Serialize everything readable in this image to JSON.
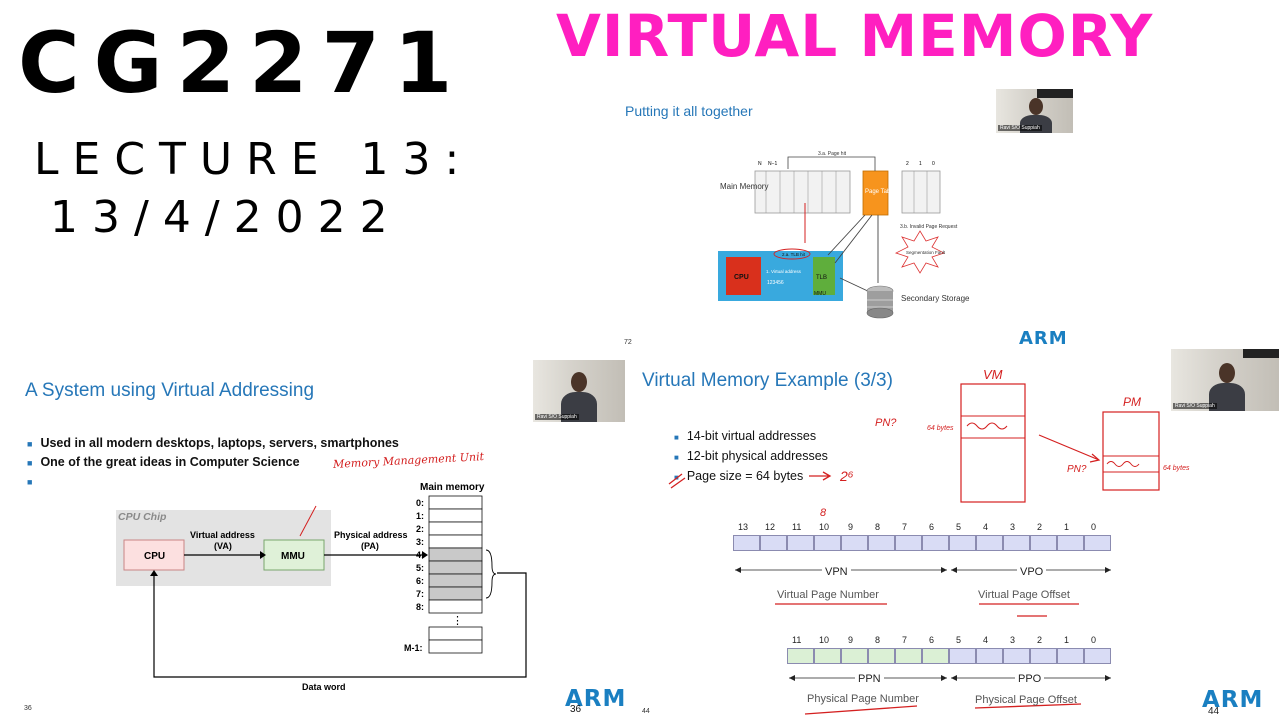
{
  "header": {
    "course": "CG2271",
    "lecture": "LECTURE 13:",
    "date": "13/4/2022",
    "topic": "VIRTUAL MEMORY"
  },
  "slide_tr": {
    "title": "Putting it all together",
    "labels": {
      "main_memory": "Main Memory",
      "page_table": "Page Table",
      "cpu": "CPU",
      "tlb": "TLB",
      "mmu": "MMU",
      "secondary": "Secondary Storage",
      "page_hit": "3.a. Page hit",
      "invalid": "3.b. Invalid Page Request",
      "seg_fault": "Segmentation Fault",
      "vaddr": "1. Virtual address",
      "tlb_hit": "2.a. TLB hit",
      "vaddr_val": "123456",
      "n": "N",
      "n1": "N−1",
      "two": "2",
      "one": "1",
      "zero": "0"
    },
    "arm": "ARM",
    "page_no": "72",
    "cam_name": "Ravi S/O Suppiah"
  },
  "slide_bl": {
    "title": "A System using Virtual Addressing",
    "bullets": [
      "Used in all modern desktops, laptops, servers, smartphones",
      "One of the great ideas in Computer Science",
      ""
    ],
    "annotation": "Memory Management Unit",
    "cpu_chip": "CPU Chip",
    "cpu": "CPU",
    "mmu": "MMU",
    "va_label": "Virtual address",
    "va_abbr": "(VA)",
    "pa_label": "Physical address",
    "pa_abbr": "(PA)",
    "main_memory": "Main memory",
    "mem_rows": [
      "0:",
      "1:",
      "2:",
      "3:",
      "4:",
      "5:",
      "6:",
      "7:",
      "8:"
    ],
    "dots": "⋮",
    "m1": "M-1:",
    "data_word": "Data word",
    "arm": "ARM",
    "page_left": "36",
    "page_right": "36",
    "cam_name": "Ravi S/O Suppiah"
  },
  "slide_br": {
    "title": "Virtual Memory Example (3/3)",
    "bullets": [
      "14-bit virtual addresses",
      "12-bit physical addresses",
      "Page size = 64 bytes"
    ],
    "annot_two": "2⁶",
    "annot_eight": "8",
    "vbits": [
      "13",
      "12",
      "11",
      "10",
      "9",
      "8",
      "7",
      "6",
      "5",
      "4",
      "3",
      "2",
      "1",
      "0"
    ],
    "pbits": [
      "11",
      "10",
      "9",
      "8",
      "7",
      "6",
      "5",
      "4",
      "3",
      "2",
      "1",
      "0"
    ],
    "vpn": "VPN",
    "vpo": "VPO",
    "vpn_full": "Virtual Page Number",
    "vpo_full": "Virtual Page Offset",
    "ppn": "PPN",
    "ppo": "PPO",
    "ppn_full": "Physical Page Number",
    "ppo_full": "Physical Page Offset",
    "vm_label": "VM",
    "pm_label": "PM",
    "pn_q1": "PN?",
    "pn_q2": "PN?",
    "bytes1": "64 bytes",
    "bytes2": "64 bytes",
    "arm": "ARM",
    "page_left": "44",
    "page_right": "44",
    "cam_name": "Ravi S/O Suppiah"
  },
  "colors": {
    "topic_pink": "#ff1fc0",
    "title_blue": "#2677b8",
    "arm_blue": "#1a7fc1",
    "vbits_blue": "#d9dcf5",
    "pbits_green": "#dbf0d5",
    "ink_red": "#d42020"
  }
}
